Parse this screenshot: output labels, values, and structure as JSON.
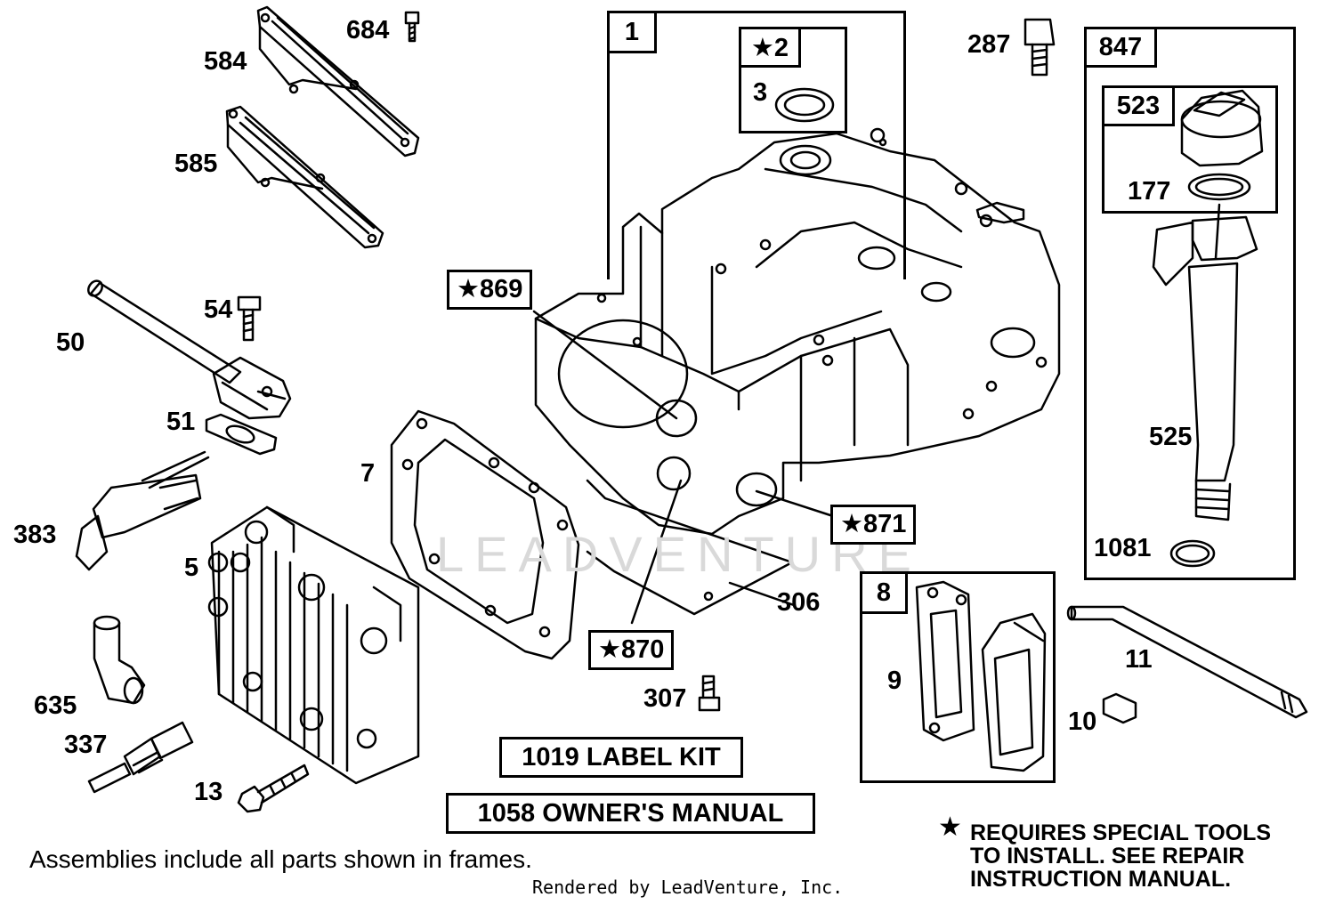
{
  "diagram": {
    "parts": {
      "p684": "684",
      "p584": "584",
      "p585": "585",
      "p54": "54",
      "p50": "50",
      "p51": "51",
      "p383": "383",
      "p5": "5",
      "p635": "635",
      "p337": "337",
      "p13": "13",
      "p7": "7",
      "p306": "306",
      "p307": "307",
      "p287": "287",
      "p525": "525",
      "p1081": "1081",
      "p11": "11",
      "p10": "10",
      "p9": "9",
      "p3": "3",
      "p177": "177"
    },
    "special_parts": {
      "p869": "★869",
      "p871": "★871",
      "p870": "★870",
      "p2": "★2"
    },
    "frames": {
      "f1": "1",
      "f847": "847",
      "f523": "523",
      "f8": "8"
    },
    "kits": {
      "label_kit": "1019 LABEL KIT",
      "owners_manual": "1058 OWNER'S MANUAL"
    },
    "footnote": "Assemblies include all parts shown in frames.",
    "credit": "Rendered by LeadVenture, Inc.",
    "special_note": {
      "star": "★",
      "line1": "REQUIRES SPECIAL TOOLS",
      "line2": "TO INSTALL.  SEE REPAIR",
      "line3": "INSTRUCTION MANUAL."
    },
    "watermark": "LEADVENTURE"
  }
}
